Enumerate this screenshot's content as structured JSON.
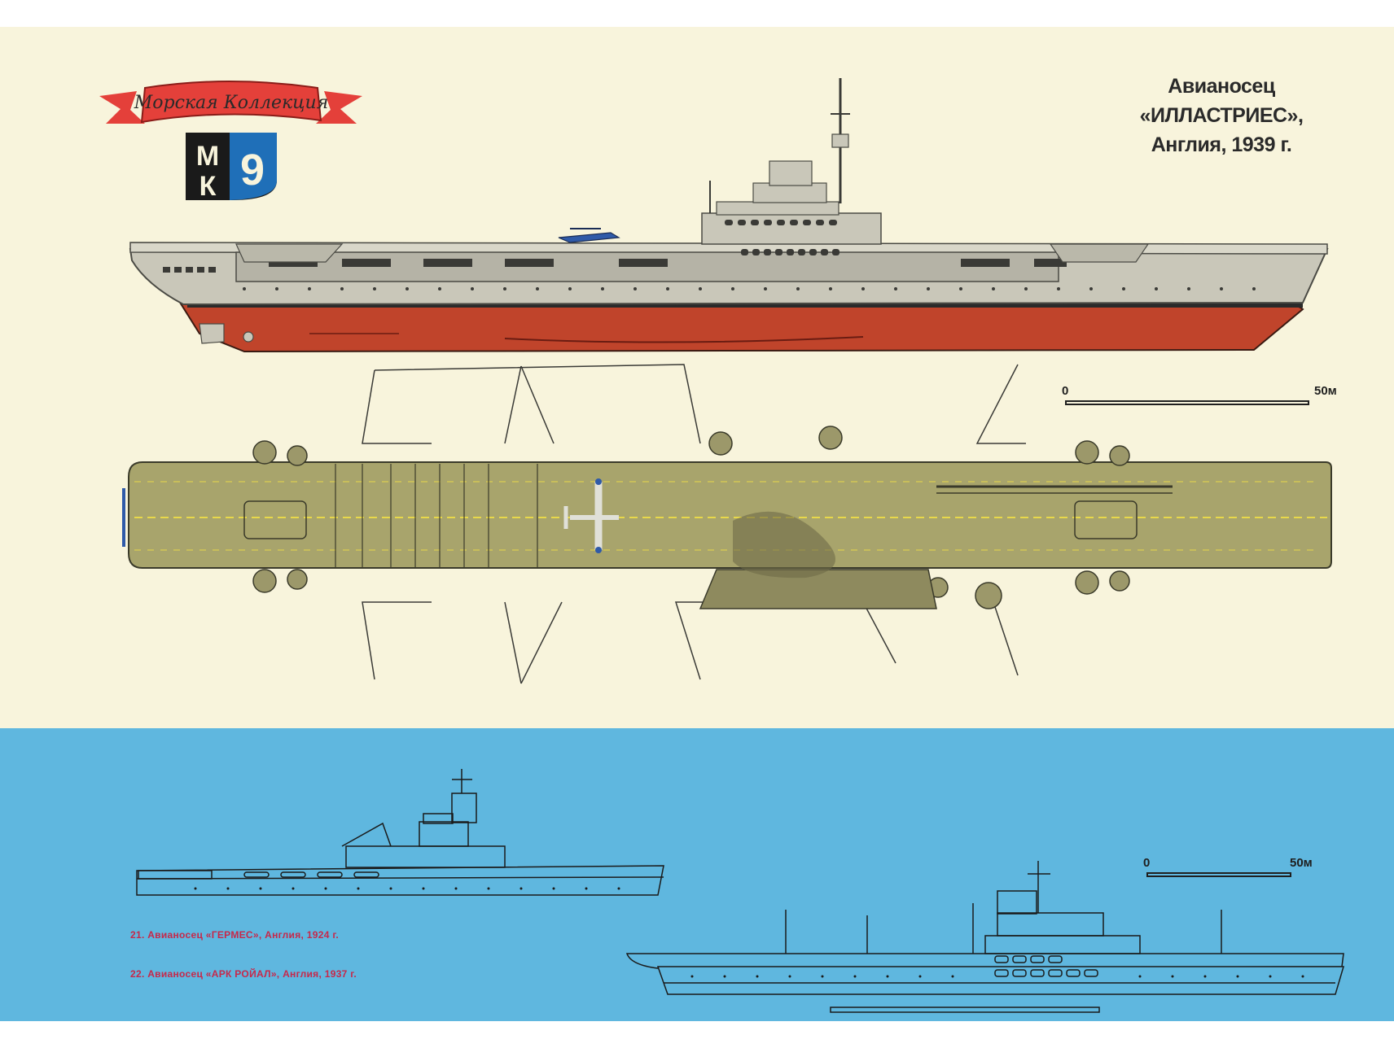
{
  "logo": {
    "ribbon_text": "Морская Коллекция",
    "badge_letters": [
      "М",
      "К"
    ],
    "badge_number": "9",
    "colors": {
      "ribbon": "#e4403a",
      "badge_blue": "#1f6fb8",
      "badge_dark": "#1a1a1a"
    }
  },
  "title": {
    "line1": "Авианосец",
    "line2": "«ИЛЛАСТРИЕС»,",
    "line3": "Англия, 1939 г."
  },
  "scale_top": {
    "zero": "0",
    "end": "50м"
  },
  "scale_bottom": {
    "zero": "0",
    "end": "50м"
  },
  "captions": [
    "21. Авианосец «ГЕРМЕС», Англия, 1924 г.",
    "22. Авианосец «АРК РОЙАЛ», Англия, 1937 г."
  ],
  "colors": {
    "paper": "#f8f4dc",
    "sea_band": "#5fb7df",
    "hull_grey": "#c9c7b9",
    "hull_red": "#c0442b",
    "deck_olive": "#a8a46c",
    "caption_red": "#c7284a",
    "deck_line": "#e8d84a"
  }
}
